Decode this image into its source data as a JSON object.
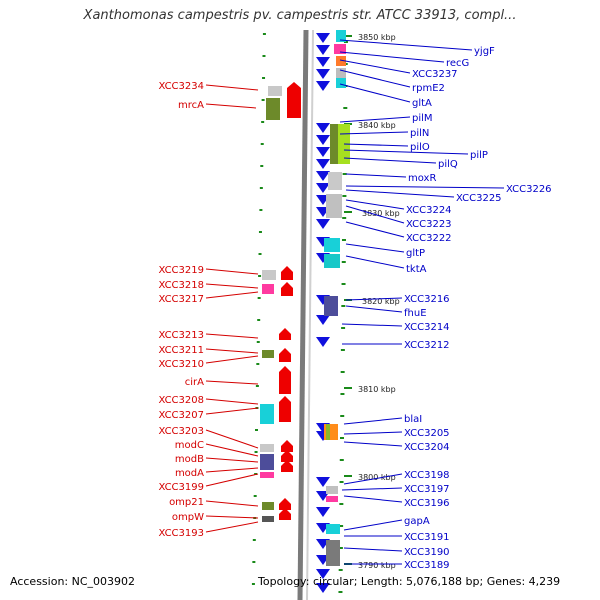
{
  "title": "Xanthomonas campestris pv. campestris str. ATCC 33913, compl...",
  "footer": {
    "accession": "Accession: NC_003902",
    "summary": "Topology: circular; Length: 5,076,188 bp; Genes: 4,239"
  },
  "colors": {
    "left_label": "#d40000",
    "right_label": "#0000c8",
    "forward_gene": "#ee0000",
    "reverse_gene": "#1010dd",
    "backbone": "#7a7a7a",
    "tick": "#1a8a1a"
  },
  "kbp_markers": [
    "3850 kbp",
    "3840 kbp",
    "3830 kbp",
    "3820 kbp",
    "3810 kbp",
    "3800 kbp",
    "3790 kbp"
  ],
  "left_labels": [
    "XCC3234",
    "mrcA",
    "XCC3219",
    "XCC3218",
    "XCC3217",
    "XCC3213",
    "XCC3211",
    "XCC3210",
    "cirA",
    "XCC3208",
    "XCC3207",
    "XCC3203",
    "modC",
    "modB",
    "modA",
    "XCC3199",
    "omp21",
    "ompW",
    "XCC3193"
  ],
  "right_labels": [
    "yjgF",
    "recG",
    "XCC3237",
    "rpmE2",
    "gltA",
    "pilM",
    "pilN",
    "pilO",
    "pilP",
    "pilQ",
    "moxR",
    "XCC3226",
    "XCC3225",
    "XCC3224",
    "XCC3223",
    "XCC3222",
    "gltP",
    "tktA",
    "XCC3216",
    "fhuE",
    "XCC3214",
    "XCC3212",
    "blaI",
    "XCC3205",
    "XCC3204",
    "XCC3198",
    "XCC3197",
    "XCC3196",
    "gapA",
    "XCC3191",
    "XCC3190",
    "XCC3189"
  ]
}
